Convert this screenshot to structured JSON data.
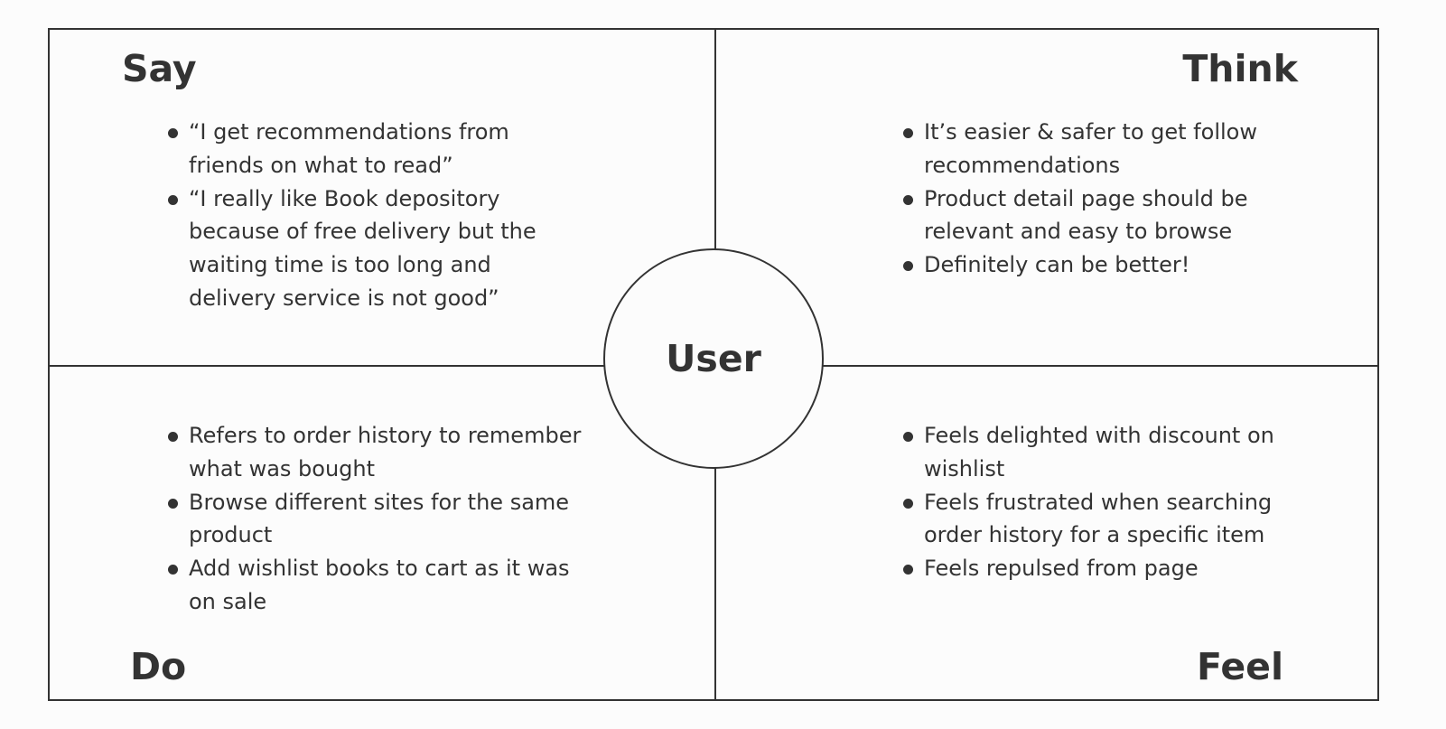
{
  "colors": {
    "background": "#fcfcfc",
    "ink": "#333333"
  },
  "center": {
    "label": "User"
  },
  "quadrants": {
    "say": {
      "heading": "Say",
      "items": [
        "“I get recommendations from friends on what to read”",
        "“I really like Book depository because of free delivery but the waiting time is too long and delivery service is not good”"
      ]
    },
    "think": {
      "heading": "Think",
      "items": [
        "It’s easier & safer to get follow recommendations",
        "Product detail page should be relevant and easy to browse",
        "Definitely can be better!"
      ]
    },
    "do": {
      "heading": "Do",
      "items": [
        "Refers to order history to remember what was bought",
        "Browse different sites for the same product",
        "Add wishlist books to cart as it was on sale"
      ]
    },
    "feel": {
      "heading": "Feel",
      "items": [
        "Feels delighted with discount on wishlist",
        "Feels frustrated when searching order history for a specific item",
        "Feels repulsed from page"
      ]
    }
  }
}
